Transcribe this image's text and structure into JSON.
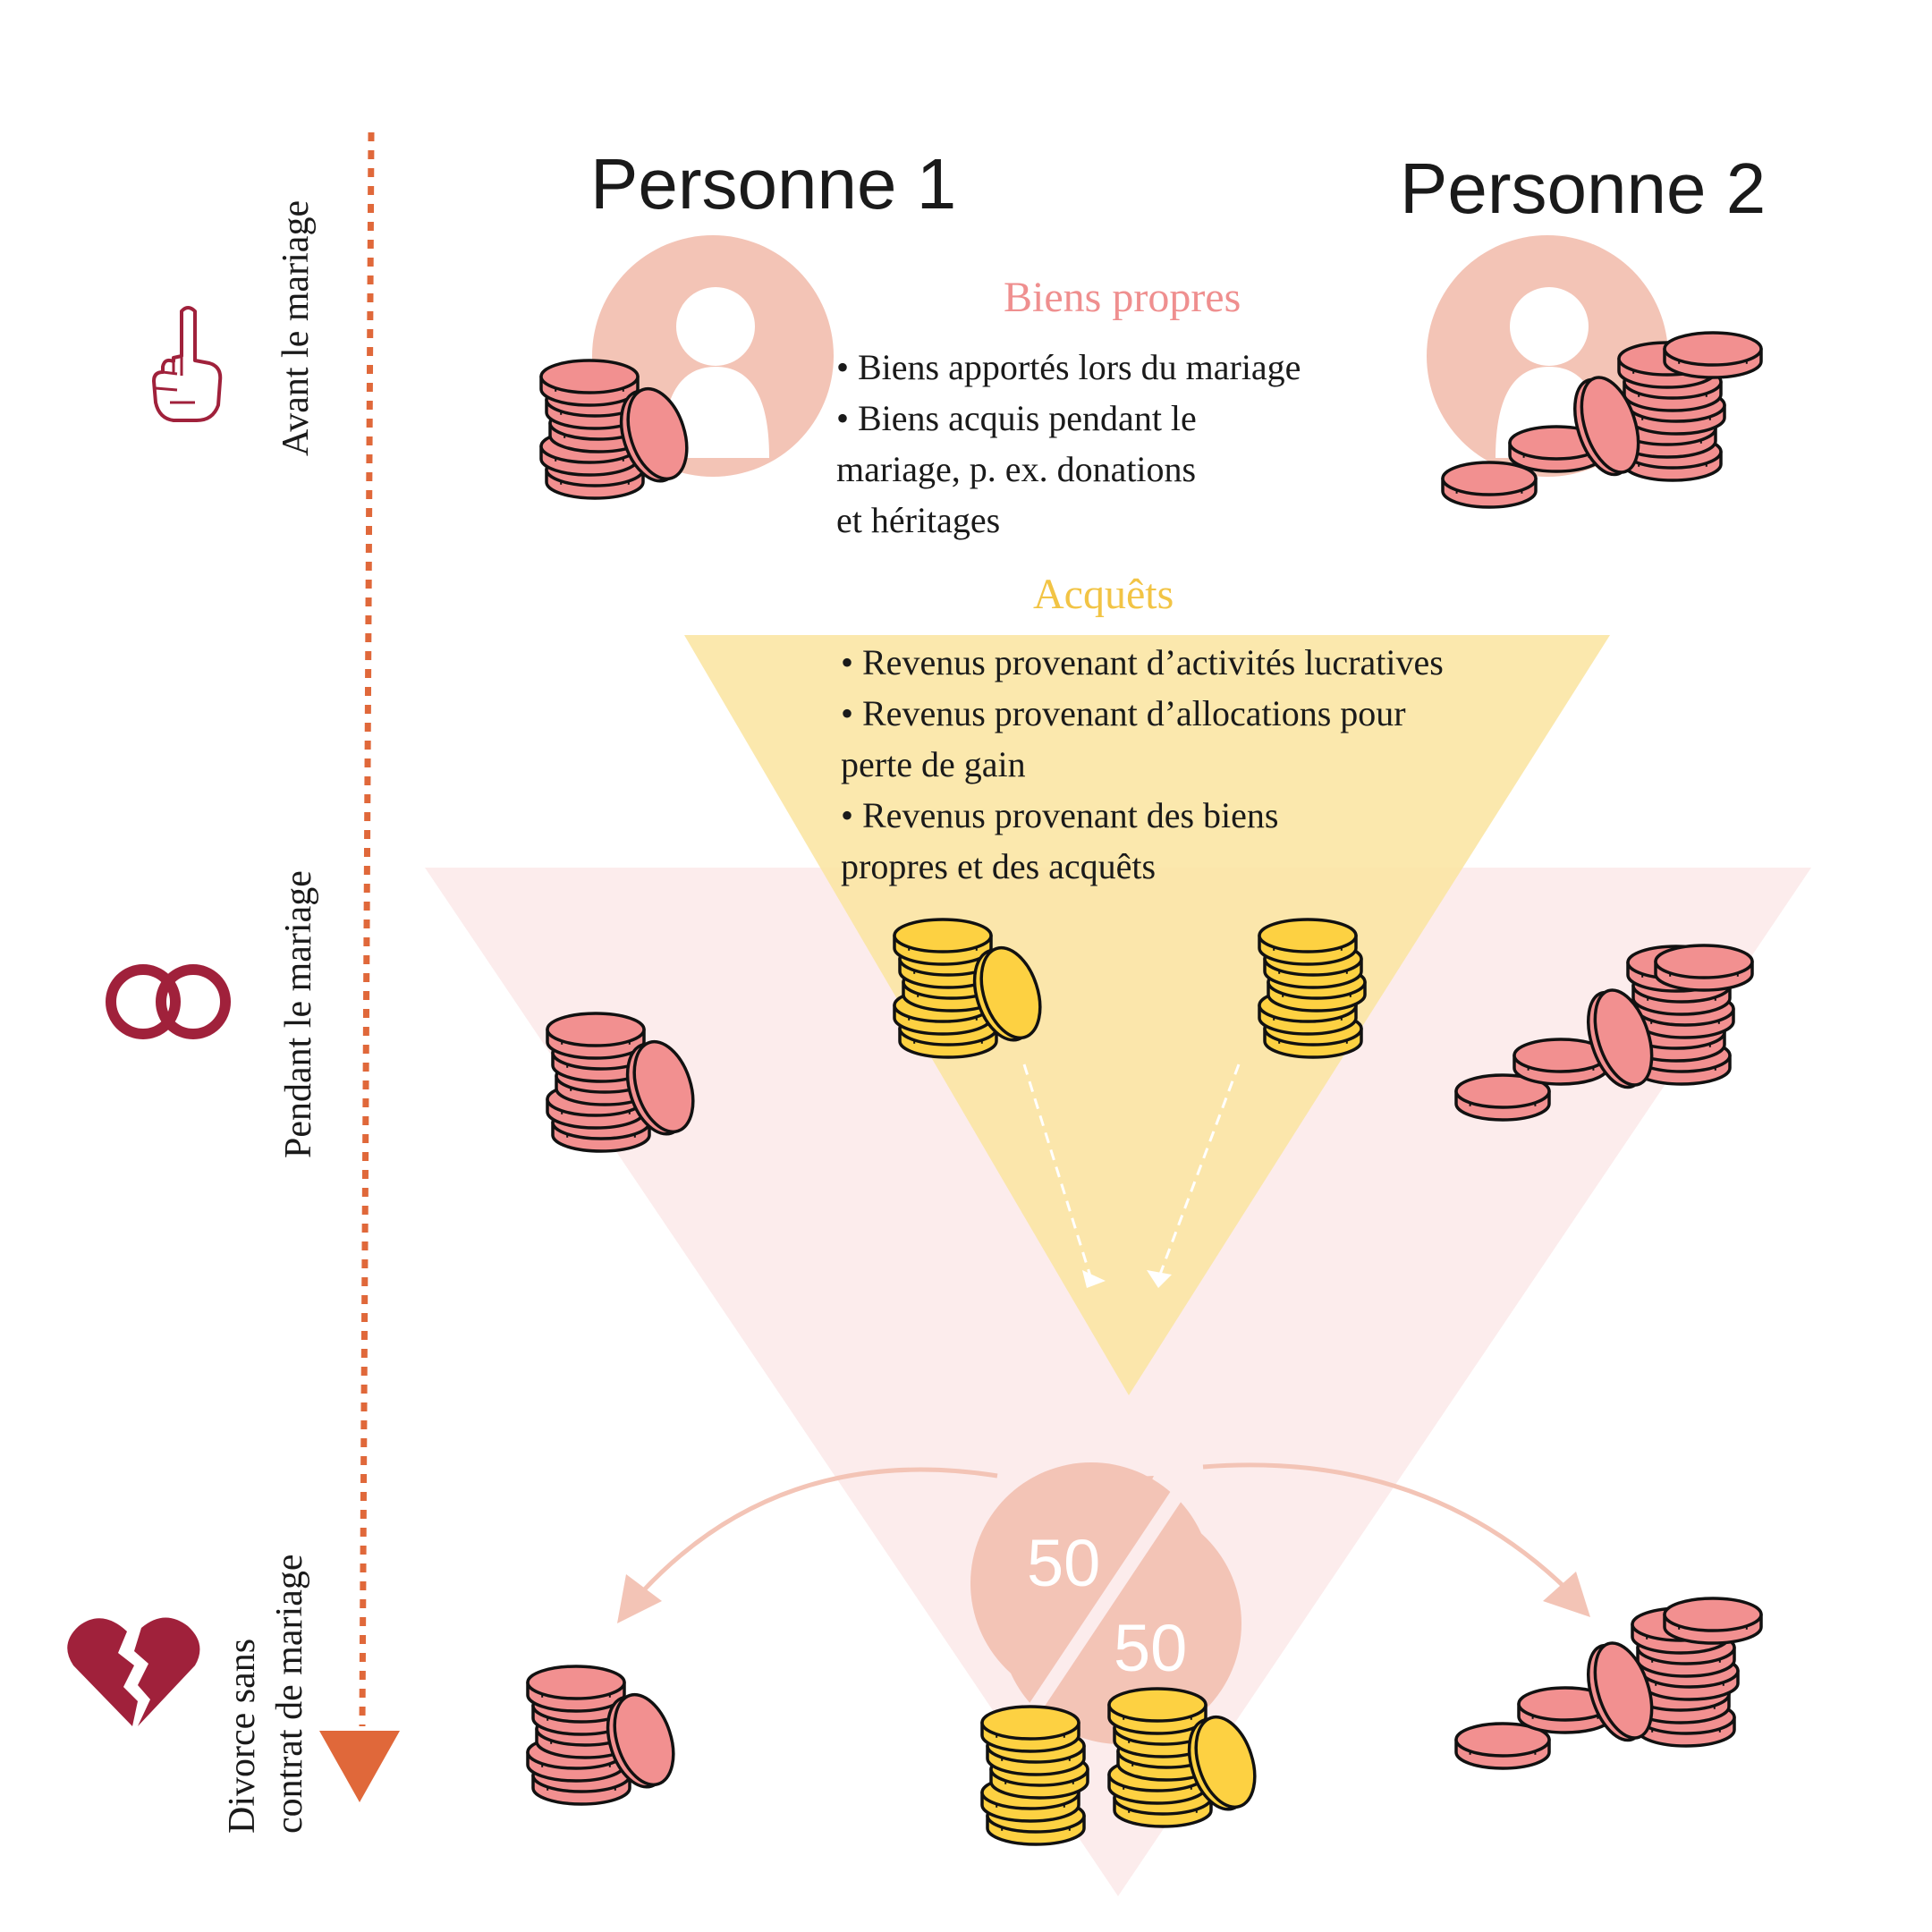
{
  "timeline": {
    "before_label": "Avant le mariage",
    "during_label": "Pendant le mariage",
    "divorce_label_line1": "Divorce sans",
    "divorce_label_line2": "contrat de mariage"
  },
  "people": {
    "person1": "Personne 1",
    "person2": "Personne 2"
  },
  "biens_propres": {
    "title": "Biens propres",
    "items": [
      [
        "• Biens apportés lors du mariage"
      ],
      [
        "• Biens acquis pendant le",
        "mariage, p. ex. donations",
        "et héritages"
      ]
    ]
  },
  "acquets": {
    "title": "Acquêts",
    "items": [
      [
        "•   Revenus provenant d’activités lucratives"
      ],
      [
        "•   Revenus provenant d’allocations pour",
        "perte de gain"
      ],
      [
        "•   Revenus provenant des biens",
        "propres et des acquêts"
      ]
    ]
  },
  "split": {
    "left": "50",
    "right": "50"
  },
  "colors": {
    "timeline": "#e0683a",
    "icon": "#a0213b",
    "biens_title": "#ef8f8f",
    "acquets_title": "#f7c94a",
    "pink_coin": "#f29090",
    "gold_coin": "#fdd142",
    "avatar": "#f3c4b6",
    "pink_triangle": "#fcecec",
    "yellow_triangle": "#fbe6a4"
  },
  "icons": [
    "pointing-hand-icon",
    "wedding-rings-icon",
    "broken-heart-icon"
  ]
}
